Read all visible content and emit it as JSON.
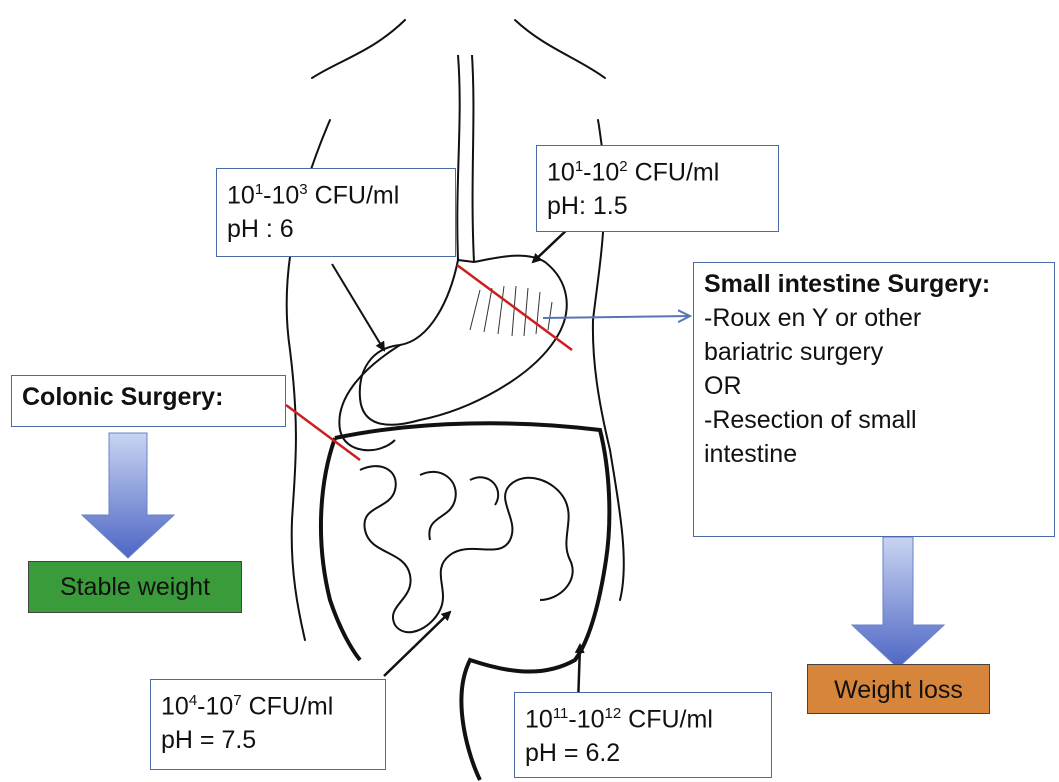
{
  "colors": {
    "box_border": "#4a6aa8",
    "pointer_arrow": "#5874b4",
    "cut_line": "#cc1f1f",
    "stable_weight_fill": "#3a9b3a",
    "weight_loss_fill": "#d6853a",
    "block_arrow_light": "#c9d4f2",
    "block_arrow_dark": "#4d66c4"
  },
  "stomach_label": {
    "count_base": "10",
    "count_exp1": "1",
    "count_sep": "-10",
    "count_exp2": "2",
    "count_unit": " CFU/ml",
    "ph": "pH: 1.5"
  },
  "duodenum_label": {
    "count_base": "10",
    "count_exp1": "1",
    "count_sep": "-10",
    "count_exp2": "3",
    "count_unit": " CFU/ml",
    "ph": "pH : 6"
  },
  "ileum_label": {
    "count_base": "10",
    "count_exp1": "4",
    "count_sep": "-10",
    "count_exp2": "7",
    "count_unit": " CFU/ml",
    "ph": "pH = 7.5"
  },
  "colon_label": {
    "count_base": "10",
    "count_exp1": "11",
    "count_sep": "-10",
    "count_exp2": "12",
    "count_unit": " CFU/ml",
    "ph": "pH = 6.2"
  },
  "small_intestine_surgery": {
    "title": "Small intestine Surgery:",
    "lines": [
      "-Roux en Y or other",
      "bariatric surgery",
      "OR",
      "-Resection of small",
      "intestine"
    ]
  },
  "colonic_surgery": {
    "title": "Colonic Surgery:"
  },
  "outcomes": {
    "stable_weight": "Stable weight",
    "weight_loss": "Weight loss"
  }
}
